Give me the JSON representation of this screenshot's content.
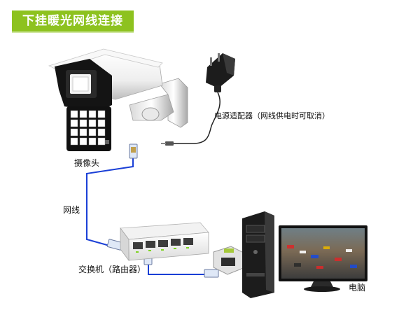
{
  "title": "下挂暖光网线连接",
  "labels": {
    "camera": "摄像头",
    "power_adapter": "电源适配器（网线供电时可取消）",
    "network_cable": "网线",
    "switch": "交换机（路由器）",
    "computer": "电脑"
  },
  "colors": {
    "banner": "#8dc21f",
    "cable": "#1a3fd6",
    "power_cord": "#222222"
  },
  "icons": [
    "camera-icon",
    "power-adapter-icon",
    "rj45-plug-icon",
    "switch-icon",
    "pc-tower-icon",
    "monitor-icon"
  ]
}
